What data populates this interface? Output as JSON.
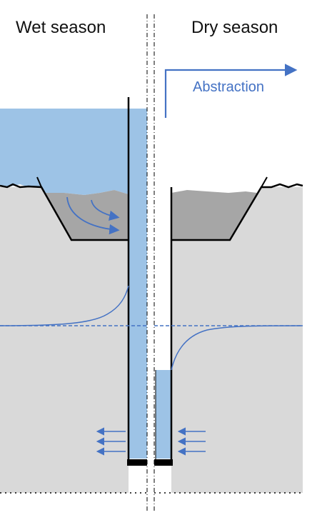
{
  "panels": {
    "left_title": "Wet season",
    "right_title": "Dry season"
  },
  "annotations": {
    "abstraction": "Abstraction"
  },
  "colors": {
    "water_fill": "#9dc3e6",
    "soil_fill": "#d9d9d9",
    "sediment_fill": "#a6a6a6",
    "accent_blue": "#4472c4",
    "outline": "#000000",
    "background": "#ffffff"
  }
}
